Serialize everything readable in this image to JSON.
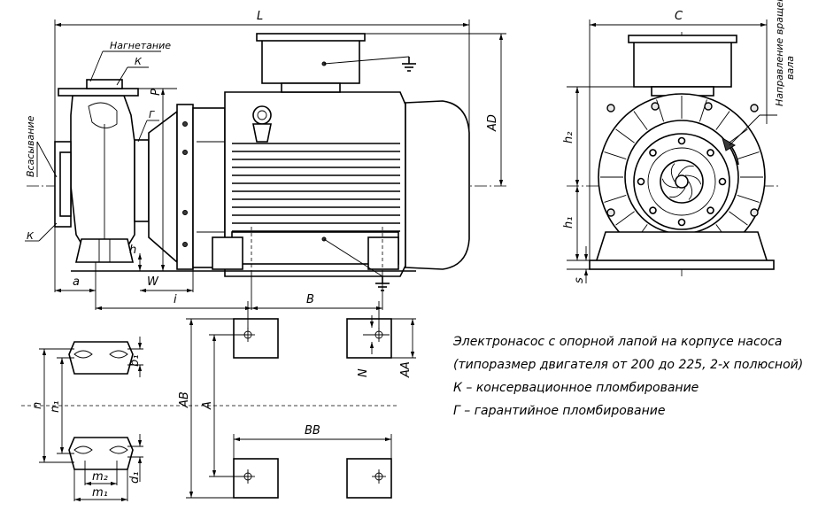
{
  "dimensions": {
    "L": "L",
    "C": "C",
    "AD": "AD",
    "P": "P",
    "h": "h",
    "W": "W",
    "a": "a",
    "i": "i",
    "B": "B",
    "h2": "h₂",
    "h1": "h₁",
    "s": "s",
    "N": "N",
    "AA": "AA",
    "AB": "AB",
    "A": "A",
    "BB": "BB",
    "n": "n",
    "n1": "n₁",
    "b1": "b₁",
    "d1": "d₁",
    "m1": "m₁",
    "m2": "m₂"
  },
  "callouts": {
    "discharge": "Нагнетание",
    "suction": "Всасывание",
    "rotation": "Направление вращения вала",
    "rotation_line1": "Направление вращения",
    "rotation_line2": "вала",
    "k_top": "К",
    "k_bottom": "К",
    "g_seal": "Г"
  },
  "notes": [
    "Электронасос с опорной лапой на корпусе насоса",
    "(типоразмер двигателя от 200 до 225, 2-х полюсной)",
    "К – консервационное пломбирование",
    "Г – гарантийное пломбирование"
  ]
}
